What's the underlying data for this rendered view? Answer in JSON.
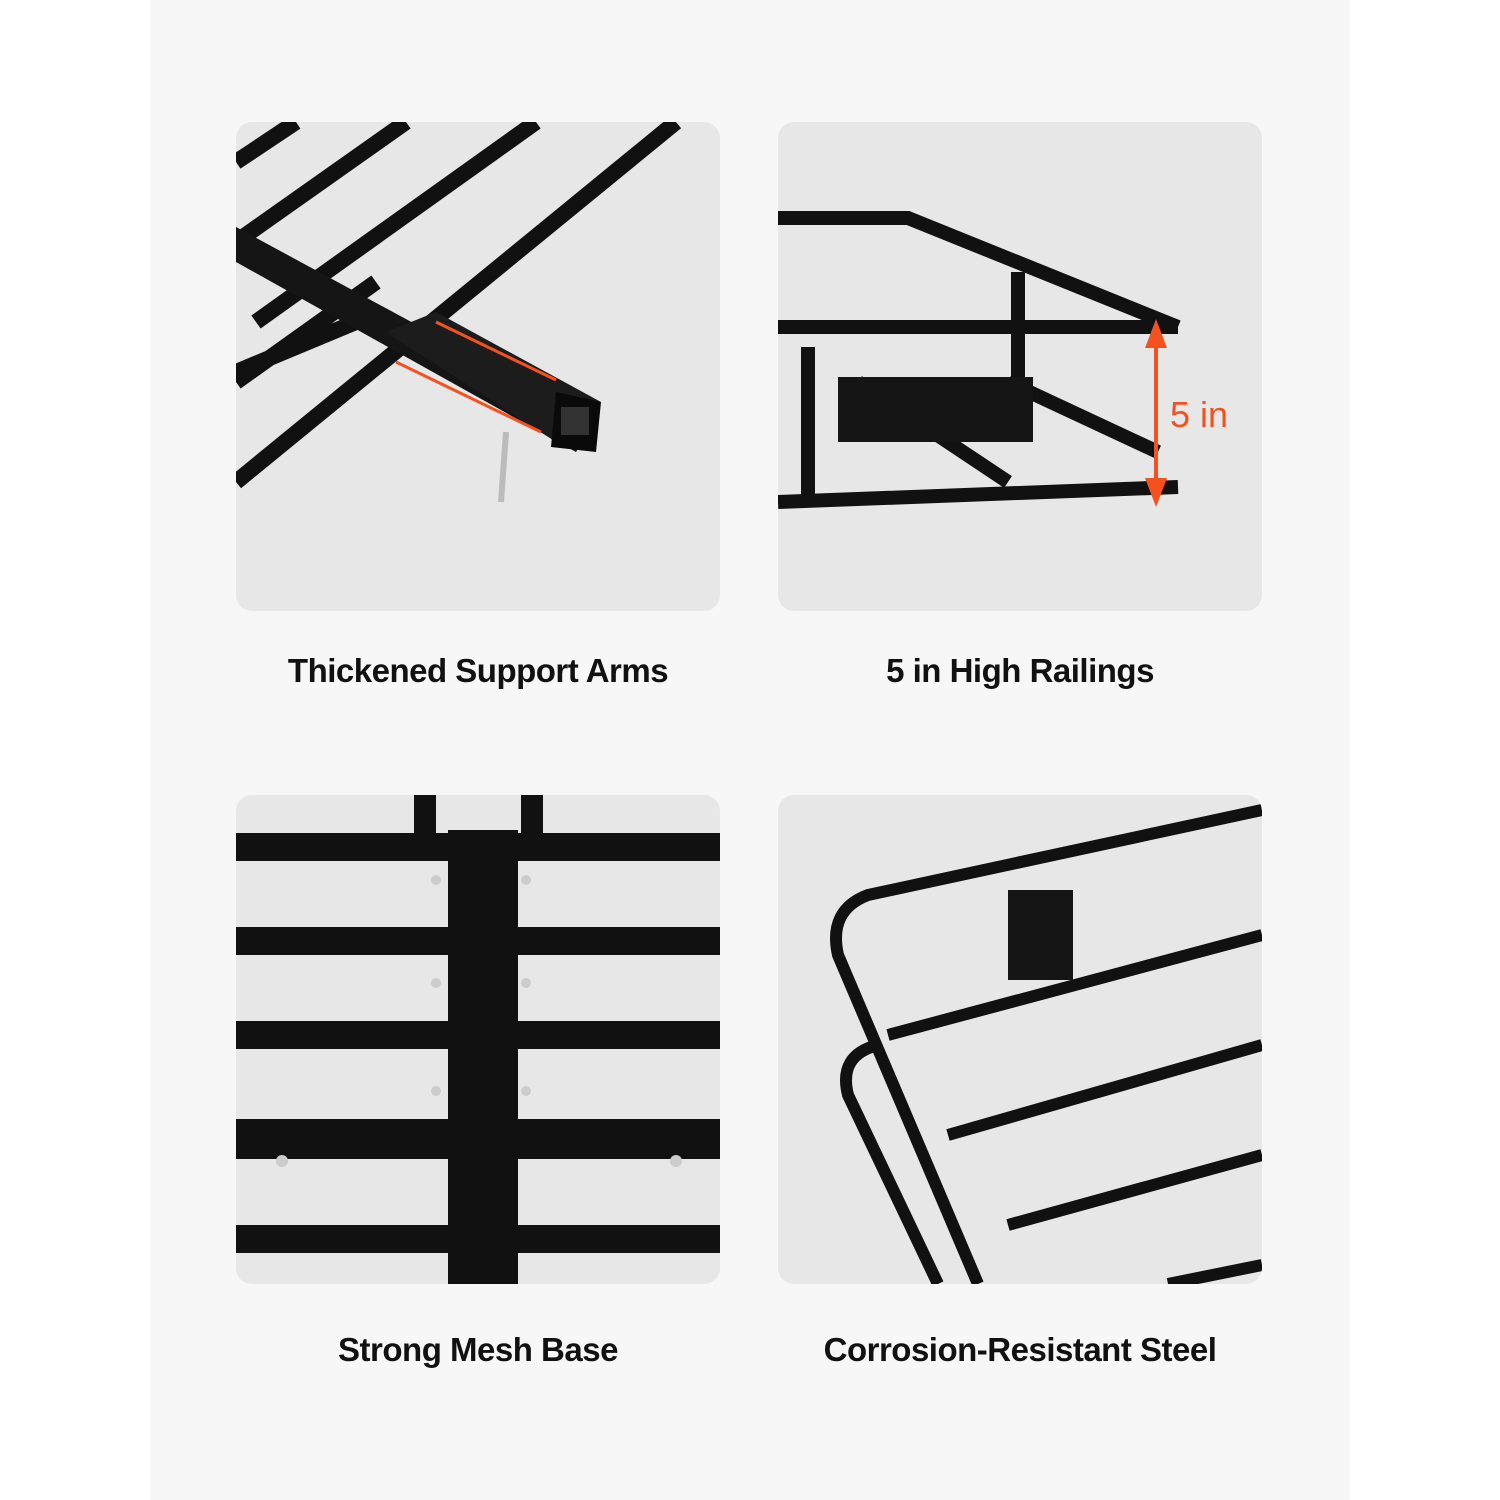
{
  "accent_color": "#f4511e",
  "features": [
    {
      "caption": "Thickened Support Arms",
      "image": "hitch-receiver-tube-closeup"
    },
    {
      "caption": "5 in High Railings",
      "image": "railing-height-closeup",
      "dimension_label": "5 in"
    },
    {
      "caption": "Strong Mesh Base",
      "image": "mesh-base-top-view"
    },
    {
      "caption": "Corrosion-Resistant Steel",
      "image": "steel-frame-corner"
    }
  ]
}
